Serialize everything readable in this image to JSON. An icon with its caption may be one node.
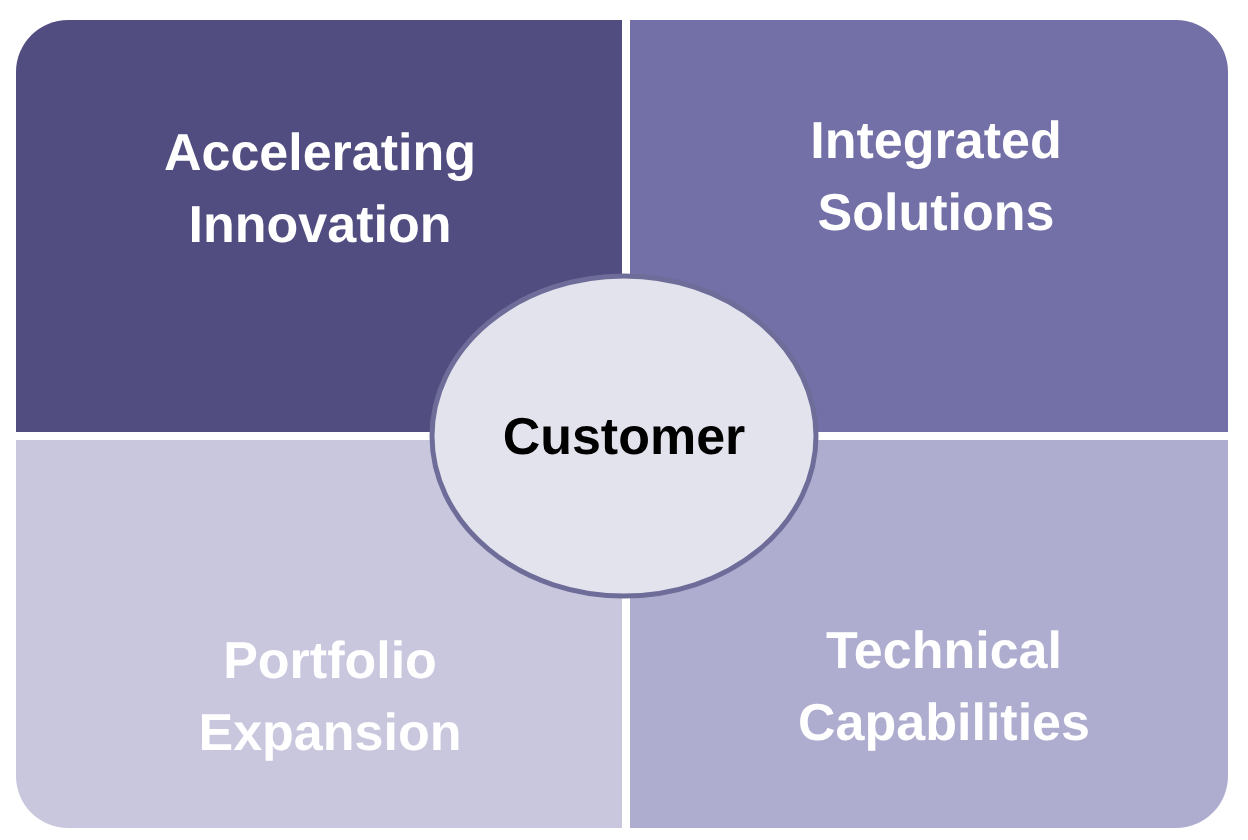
{
  "diagram": {
    "nodes": [
      {
        "text": [
          "Accelerating Innovation"
        ]
      },
      {
        "text": [
          "Integrated Solutions"
        ]
      },
      {
        "text": [
          "Portfolio Expansion"
        ]
      },
      {
        "text": [
          "Technical Capabilities"
        ]
      },
      {
        "text": [
          "Customer"
        ]
      }
    ]
  }
}
